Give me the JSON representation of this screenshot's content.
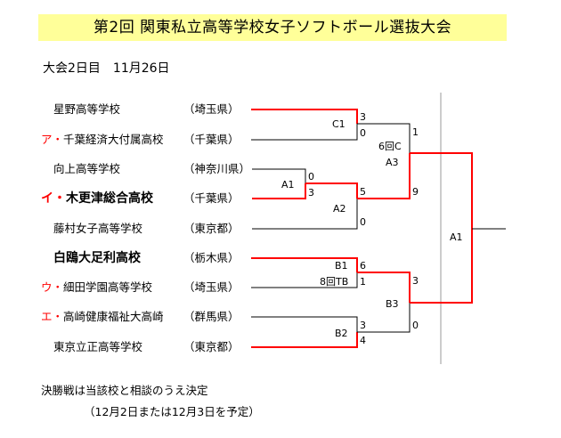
{
  "title": "第2回 関東私立高等学校女子ソフトボール選抜大会",
  "date_line": "大会2日目　11月26日",
  "teams": [
    {
      "mark": "",
      "name": "星野高等学校",
      "pref": "（埼玉県）",
      "bold": false
    },
    {
      "mark": "ア・",
      "name": "千葉経済大付属高校",
      "pref": "（千葉県）",
      "bold": false
    },
    {
      "mark": "",
      "name": "向上高等学校",
      "pref": "（神奈川県）",
      "bold": false
    },
    {
      "mark": "イ・",
      "name": "木更津総合高校",
      "pref": "（千葉県）",
      "bold": true
    },
    {
      "mark": "",
      "name": "藤村女子高等学校",
      "pref": "（東京都）",
      "bold": false
    },
    {
      "mark": "",
      "name": "白鴎大足利高校",
      "pref": "（栃木県）",
      "bold": true
    },
    {
      "mark": "ウ・",
      "name": "細田学園高等学校",
      "pref": "（埼玉県）",
      "bold": false
    },
    {
      "mark": "エ・",
      "name": "高崎健康福祉大高崎",
      "pref": "（群馬県）",
      "bold": false
    },
    {
      "mark": "",
      "name": "東京立正高等学校",
      "pref": "（東京都）",
      "bold": false
    }
  ],
  "matches": {
    "c1": {
      "label": "C1",
      "top_score": "3",
      "bottom_score": "0"
    },
    "a1_first": {
      "label": "A1",
      "top_score": "0",
      "bottom_score": "3"
    },
    "a2": {
      "label": "A2",
      "top_score": "5",
      "bottom_score": "0"
    },
    "a3": {
      "label": "A3",
      "note": "6回C",
      "top_score": "1",
      "bottom_score": "9"
    },
    "b1": {
      "label": "B1",
      "note": "8回TB",
      "top_score": "6",
      "bottom_score": "1"
    },
    "b2": {
      "label": "B2",
      "top_score": "3",
      "bottom_score": "4"
    },
    "b3": {
      "label": "B3",
      "top_score": "3",
      "bottom_score": "0"
    },
    "final": {
      "label": "A1"
    }
  },
  "colors": {
    "winner_line": "#ff0000",
    "normal_line": "#000000",
    "title_bg": "#ffff99"
  },
  "notes": {
    "line1": "決勝戦は当該校と相談のうえ決定",
    "line2": "（12月2日または12月3日を予定）"
  }
}
